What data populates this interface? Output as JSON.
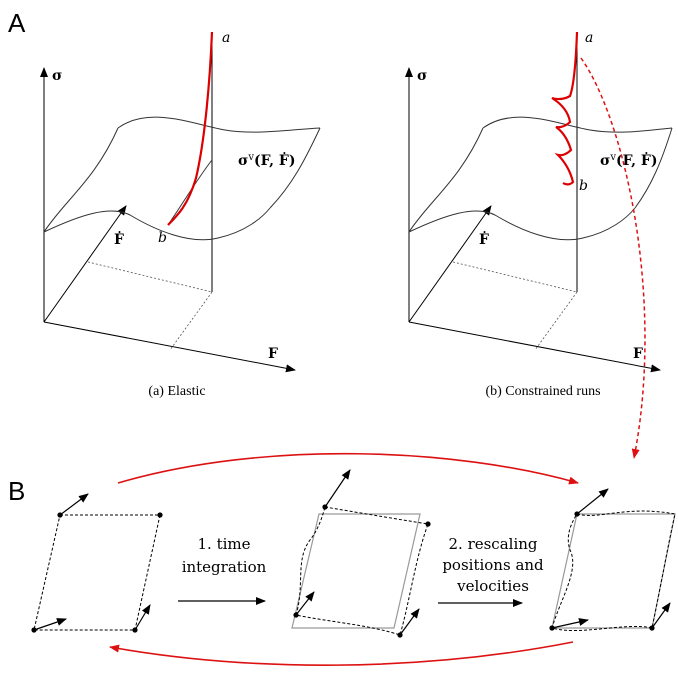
{
  "panel_a": {
    "letter": "A",
    "plot_elastic": {
      "sigma_label": "σ",
      "a_label": "a",
      "b_label": "b",
      "surface_label": "σ",
      "surface_sup": "v",
      "surface_args": "(F, Ḟ)",
      "fdot_label": "Ḟ",
      "f_label": "F",
      "caption": "(a) Elastic"
    },
    "plot_constrained": {
      "sigma_label": "σ",
      "a_label": "a",
      "b_label": "b",
      "surface_label": "σ",
      "surface_sup": "v",
      "surface_args": "(F, Ḟ)",
      "fdot_label": "Ḟ",
      "f_label": "F",
      "caption": "(b) Constrained runs"
    }
  },
  "panel_b": {
    "letter": "B",
    "step1_line1": "1. time",
    "step1_line2": "integration",
    "step2_line1": "2. rescaling",
    "step2_line2": "positions and",
    "step2_line3": "velocities"
  },
  "colors": {
    "path": "#dd0000",
    "arrow": "#dd1111",
    "cell_box": "#999999"
  }
}
